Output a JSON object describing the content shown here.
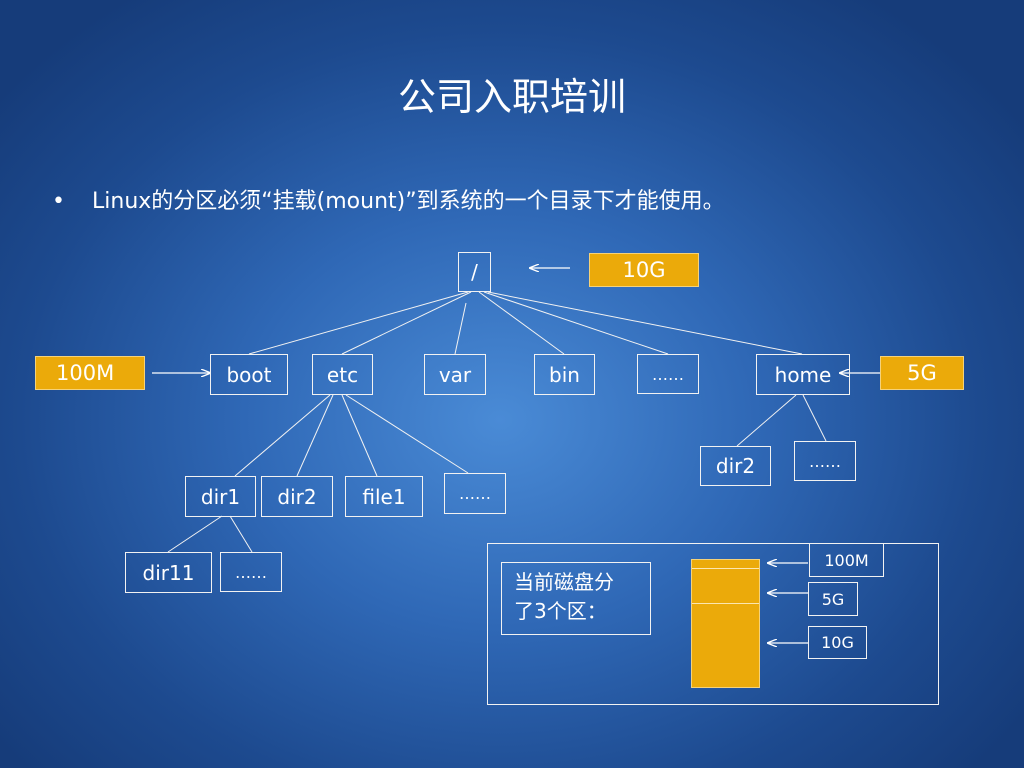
{
  "title": "公司入职培训",
  "bullet": {
    "marker": "•",
    "text": "Linux的分区必须“挂载(mount)”到系统的一个目录下才能使用。"
  },
  "tree": {
    "root": "/",
    "level1": [
      "boot",
      "etc",
      "var",
      "bin",
      "……",
      "home"
    ],
    "etc_children": [
      "dir1",
      "dir2",
      "file1",
      "……"
    ],
    "dir1_children": [
      "dir11",
      "……"
    ],
    "home_children": [
      "dir2",
      "……"
    ]
  },
  "sizes": {
    "root": "10G",
    "boot": "100M",
    "home": "5G"
  },
  "disk_panel": {
    "note_line1": "当前磁盘分",
    "note_line2": "了3个区：",
    "partitions": [
      "100M",
      "5G",
      "10G"
    ]
  },
  "colors": {
    "accent": "#ebaa0a",
    "background": "#2f68b6",
    "line": "#f2f2f2"
  }
}
